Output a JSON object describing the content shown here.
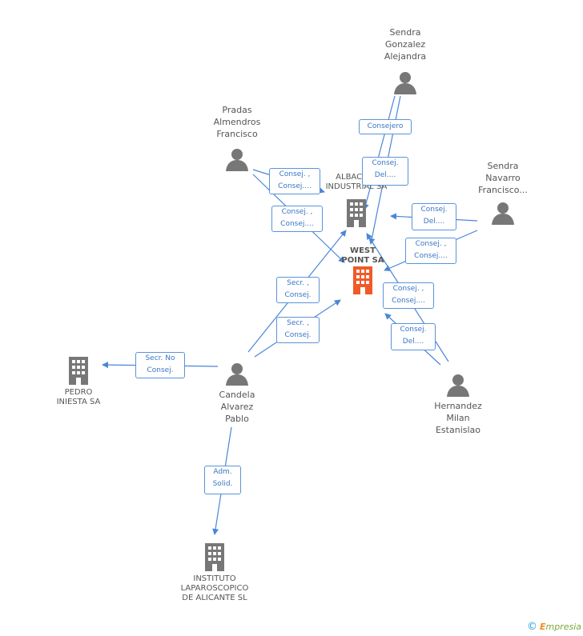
{
  "colors": {
    "edge": "#4a86d8",
    "badge_border": "#5a93d8",
    "badge_text": "#3a76c4",
    "person_icon": "#777777",
    "company_icon": "#777777",
    "focus_company_icon": "#f05a28"
  },
  "nodes": {
    "west_point": {
      "label": "WEST\nPOINT SA",
      "icon": "building-icon-highlighted"
    },
    "albacete": {
      "label": "ALBACETE\nINDUSTRIAL SA",
      "icon": "building-icon"
    },
    "pedro_iniesta": {
      "label": "PEDRO\nINIESTA SA",
      "icon": "building-icon"
    },
    "instituto": {
      "label": "INSTITUTO\nLAPAROSCOPICO\nDE ALICANTE SL",
      "icon": "building-icon"
    },
    "sendra_gonzalez": {
      "label": "Sendra\nGonzalez\nAlejandra",
      "icon": "person-icon"
    },
    "pradas": {
      "label": "Pradas\nAlmendros\nFrancisco",
      "icon": "person-icon"
    },
    "sendra_navarro": {
      "label": "Sendra\nNavarro\nFrancisco...",
      "icon": "person-icon"
    },
    "candela": {
      "label": "Candela\nAlvarez\nPablo",
      "icon": "person-icon"
    },
    "hernandez": {
      "label": "Hernandez\nMilan\nEstanislao",
      "icon": "person-icon"
    }
  },
  "relations": [
    {
      "id": "r1",
      "text": "Consejero"
    },
    {
      "id": "r2",
      "text": "Consej.\nDel...."
    },
    {
      "id": "r3",
      "text": "Consej. ,\nConsej...."
    },
    {
      "id": "r4",
      "text": "Consej. ,\nConsej...."
    },
    {
      "id": "r5",
      "text": "Consej.\nDel...."
    },
    {
      "id": "r6",
      "text": "Consej. ,\nConsej...."
    },
    {
      "id": "r7",
      "text": "Secr. ,\nConsej."
    },
    {
      "id": "r8",
      "text": "Secr. ,\nConsej."
    },
    {
      "id": "r9",
      "text": "Consej. ,\nConsej...."
    },
    {
      "id": "r10",
      "text": "Consej.\nDel...."
    },
    {
      "id": "r11",
      "text": "Secr. No\nConsej."
    },
    {
      "id": "r12",
      "text": "Adm.\nSolid."
    }
  ],
  "footer": {
    "copyright": "©",
    "brand_initial": "E",
    "brand_rest": "mpresia"
  }
}
